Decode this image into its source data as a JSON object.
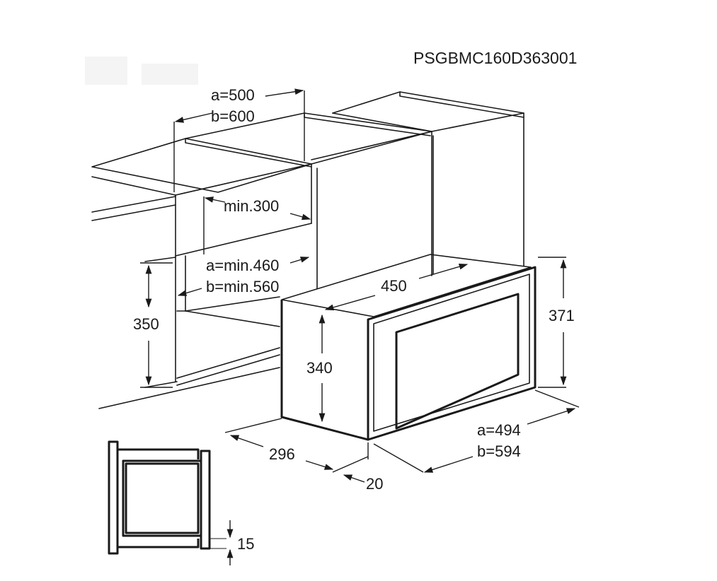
{
  "model_code": "PSGBMC160D363001",
  "dimensions": {
    "shelf_depth": {
      "a": "a=500",
      "b": "b=600"
    },
    "min_300": "min.300",
    "niche_depth": {
      "a": "a=min.460",
      "b": "b=min.560"
    },
    "niche_height": "350",
    "appliance_depth": "450",
    "appliance_height": "340",
    "front_height": "371",
    "side_depth": "296",
    "front_offset": "20",
    "front_width": {
      "a": "a=494",
      "b": "b=594"
    },
    "gap": "15"
  },
  "colors": {
    "line": "#1a1a1a",
    "background": "#ffffff"
  }
}
